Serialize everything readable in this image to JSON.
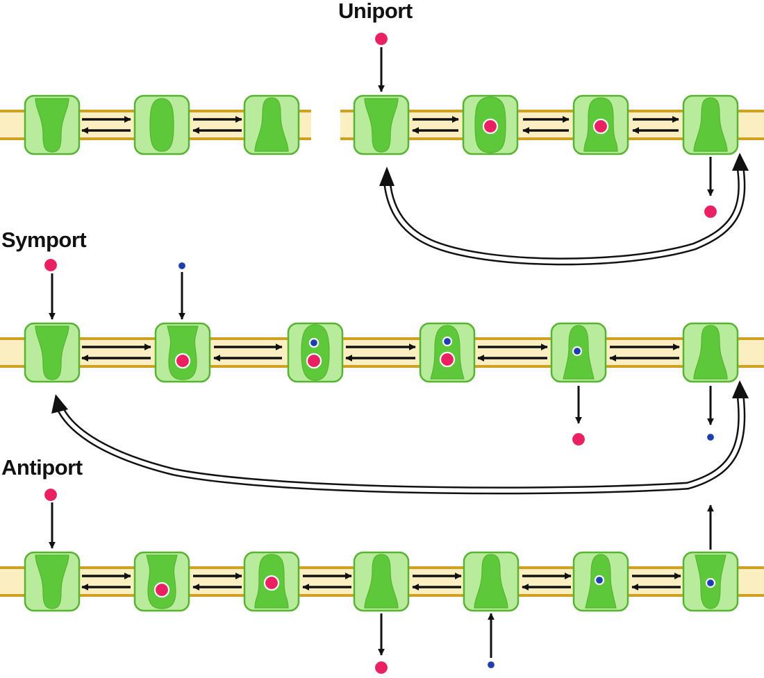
{
  "labels": {
    "uniport": "Uniport",
    "symport": "Symport",
    "antiport": "Antiport"
  },
  "colors": {
    "membrane_fill": "#fbeec1",
    "membrane_line": "#d2a020",
    "protein_outer": "#b8ec9c",
    "protein_inner": "#5dc93a",
    "protein_stroke": "#55b52f",
    "solute_red": "#ec1f63",
    "solute_blue": "#1b3fb3",
    "arrow": "#111111"
  },
  "icons": {
    "transporter": "transporter-protein-icon",
    "red_solute": "red-solute-icon",
    "blue_solute": "blue-solute-icon",
    "equilibrium": "equilibrium-arrows-icon",
    "cycle": "return-cycle-arrow-icon"
  },
  "rows": {
    "row1_left": {
      "states": [
        "open-out",
        "closed",
        "open-in"
      ]
    },
    "uniport": {
      "states": [
        {
          "shape": "open-out",
          "red": false,
          "blue": false
        },
        {
          "shape": "closed-red",
          "red": true,
          "blue": false
        },
        {
          "shape": "open-in-red",
          "red": true,
          "blue": false
        },
        {
          "shape": "open-in",
          "red": false,
          "blue": false
        }
      ]
    },
    "symport": {
      "states": [
        {
          "shape": "open-out",
          "red": false,
          "blue": false
        },
        {
          "shape": "open-out-red",
          "red": true,
          "blue": false
        },
        {
          "shape": "closed-red-blue",
          "red": true,
          "blue": true
        },
        {
          "shape": "open-in-red-blue",
          "red": true,
          "blue": true
        },
        {
          "shape": "open-in-blue",
          "red": false,
          "blue": true
        },
        {
          "shape": "open-in",
          "red": false,
          "blue": false
        }
      ]
    },
    "antiport": {
      "states": [
        {
          "shape": "open-out",
          "red": false,
          "blue": false
        },
        {
          "shape": "open-out-red",
          "red": true,
          "blue": false
        },
        {
          "shape": "open-in-red",
          "red": true,
          "blue": false
        },
        {
          "shape": "open-in",
          "red": false,
          "blue": false
        },
        {
          "shape": "open-in",
          "red": false,
          "blue": false
        },
        {
          "shape": "open-in-blue",
          "red": false,
          "blue": true
        },
        {
          "shape": "open-out-blue",
          "red": false,
          "blue": true
        }
      ]
    }
  }
}
